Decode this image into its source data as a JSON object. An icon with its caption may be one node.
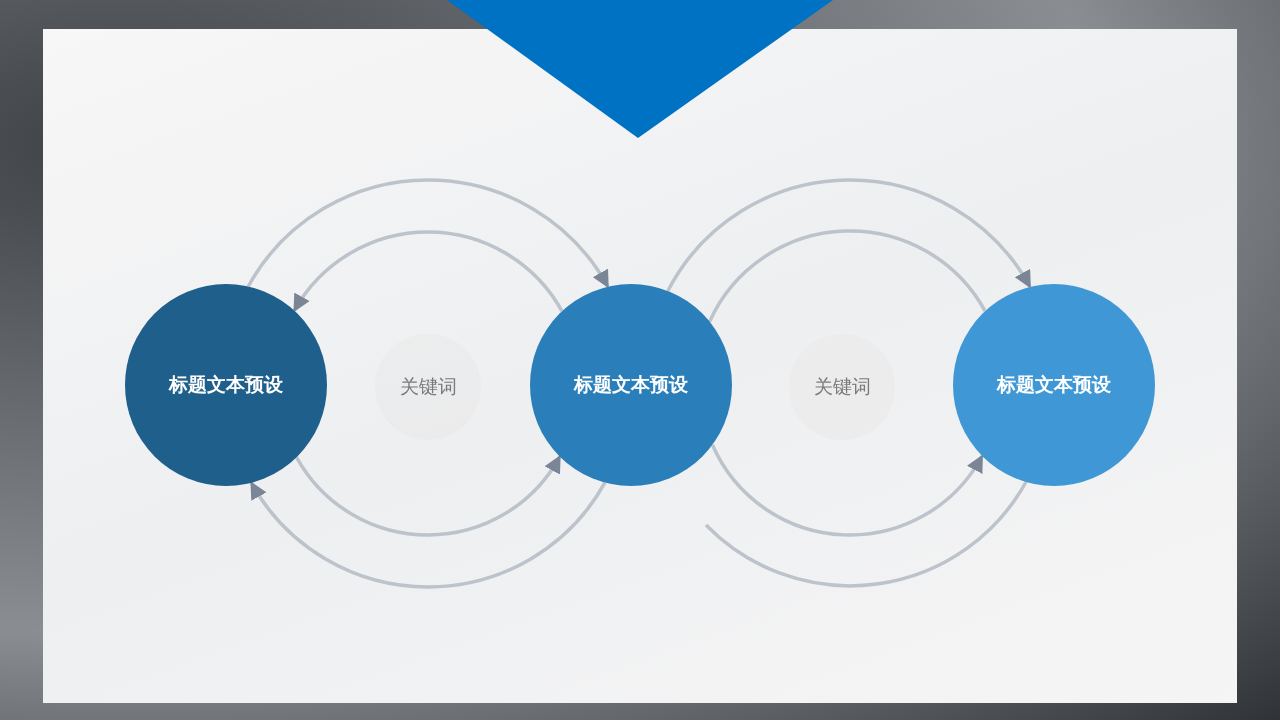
{
  "diagram": {
    "nodes": [
      {
        "text": [
          "标题文本预设"
        ]
      },
      {
        "text": [
          "关键词"
        ]
      },
      {
        "text": [
          "标题文本预设"
        ]
      },
      {
        "text": [
          "关键词"
        ]
      },
      {
        "text": [
          "标题文本预设"
        ]
      }
    ],
    "edges": [
      {
        "from": 0,
        "to": 2,
        "arrow": "to"
      },
      {
        "from": 2,
        "to": 0,
        "arrow": "to"
      },
      {
        "from": 0,
        "to": 2,
        "arrow": "to"
      },
      {
        "from": 2,
        "to": 0,
        "arrow": "to"
      },
      {
        "from": 2,
        "to": 4,
        "arrow": "to"
      },
      {
        "from": 2,
        "to": 4,
        "arrow": "none"
      },
      {
        "from": 2,
        "to": 4,
        "arrow": "to"
      },
      {
        "from": null,
        "to": 4,
        "arrow": "none"
      }
    ]
  }
}
